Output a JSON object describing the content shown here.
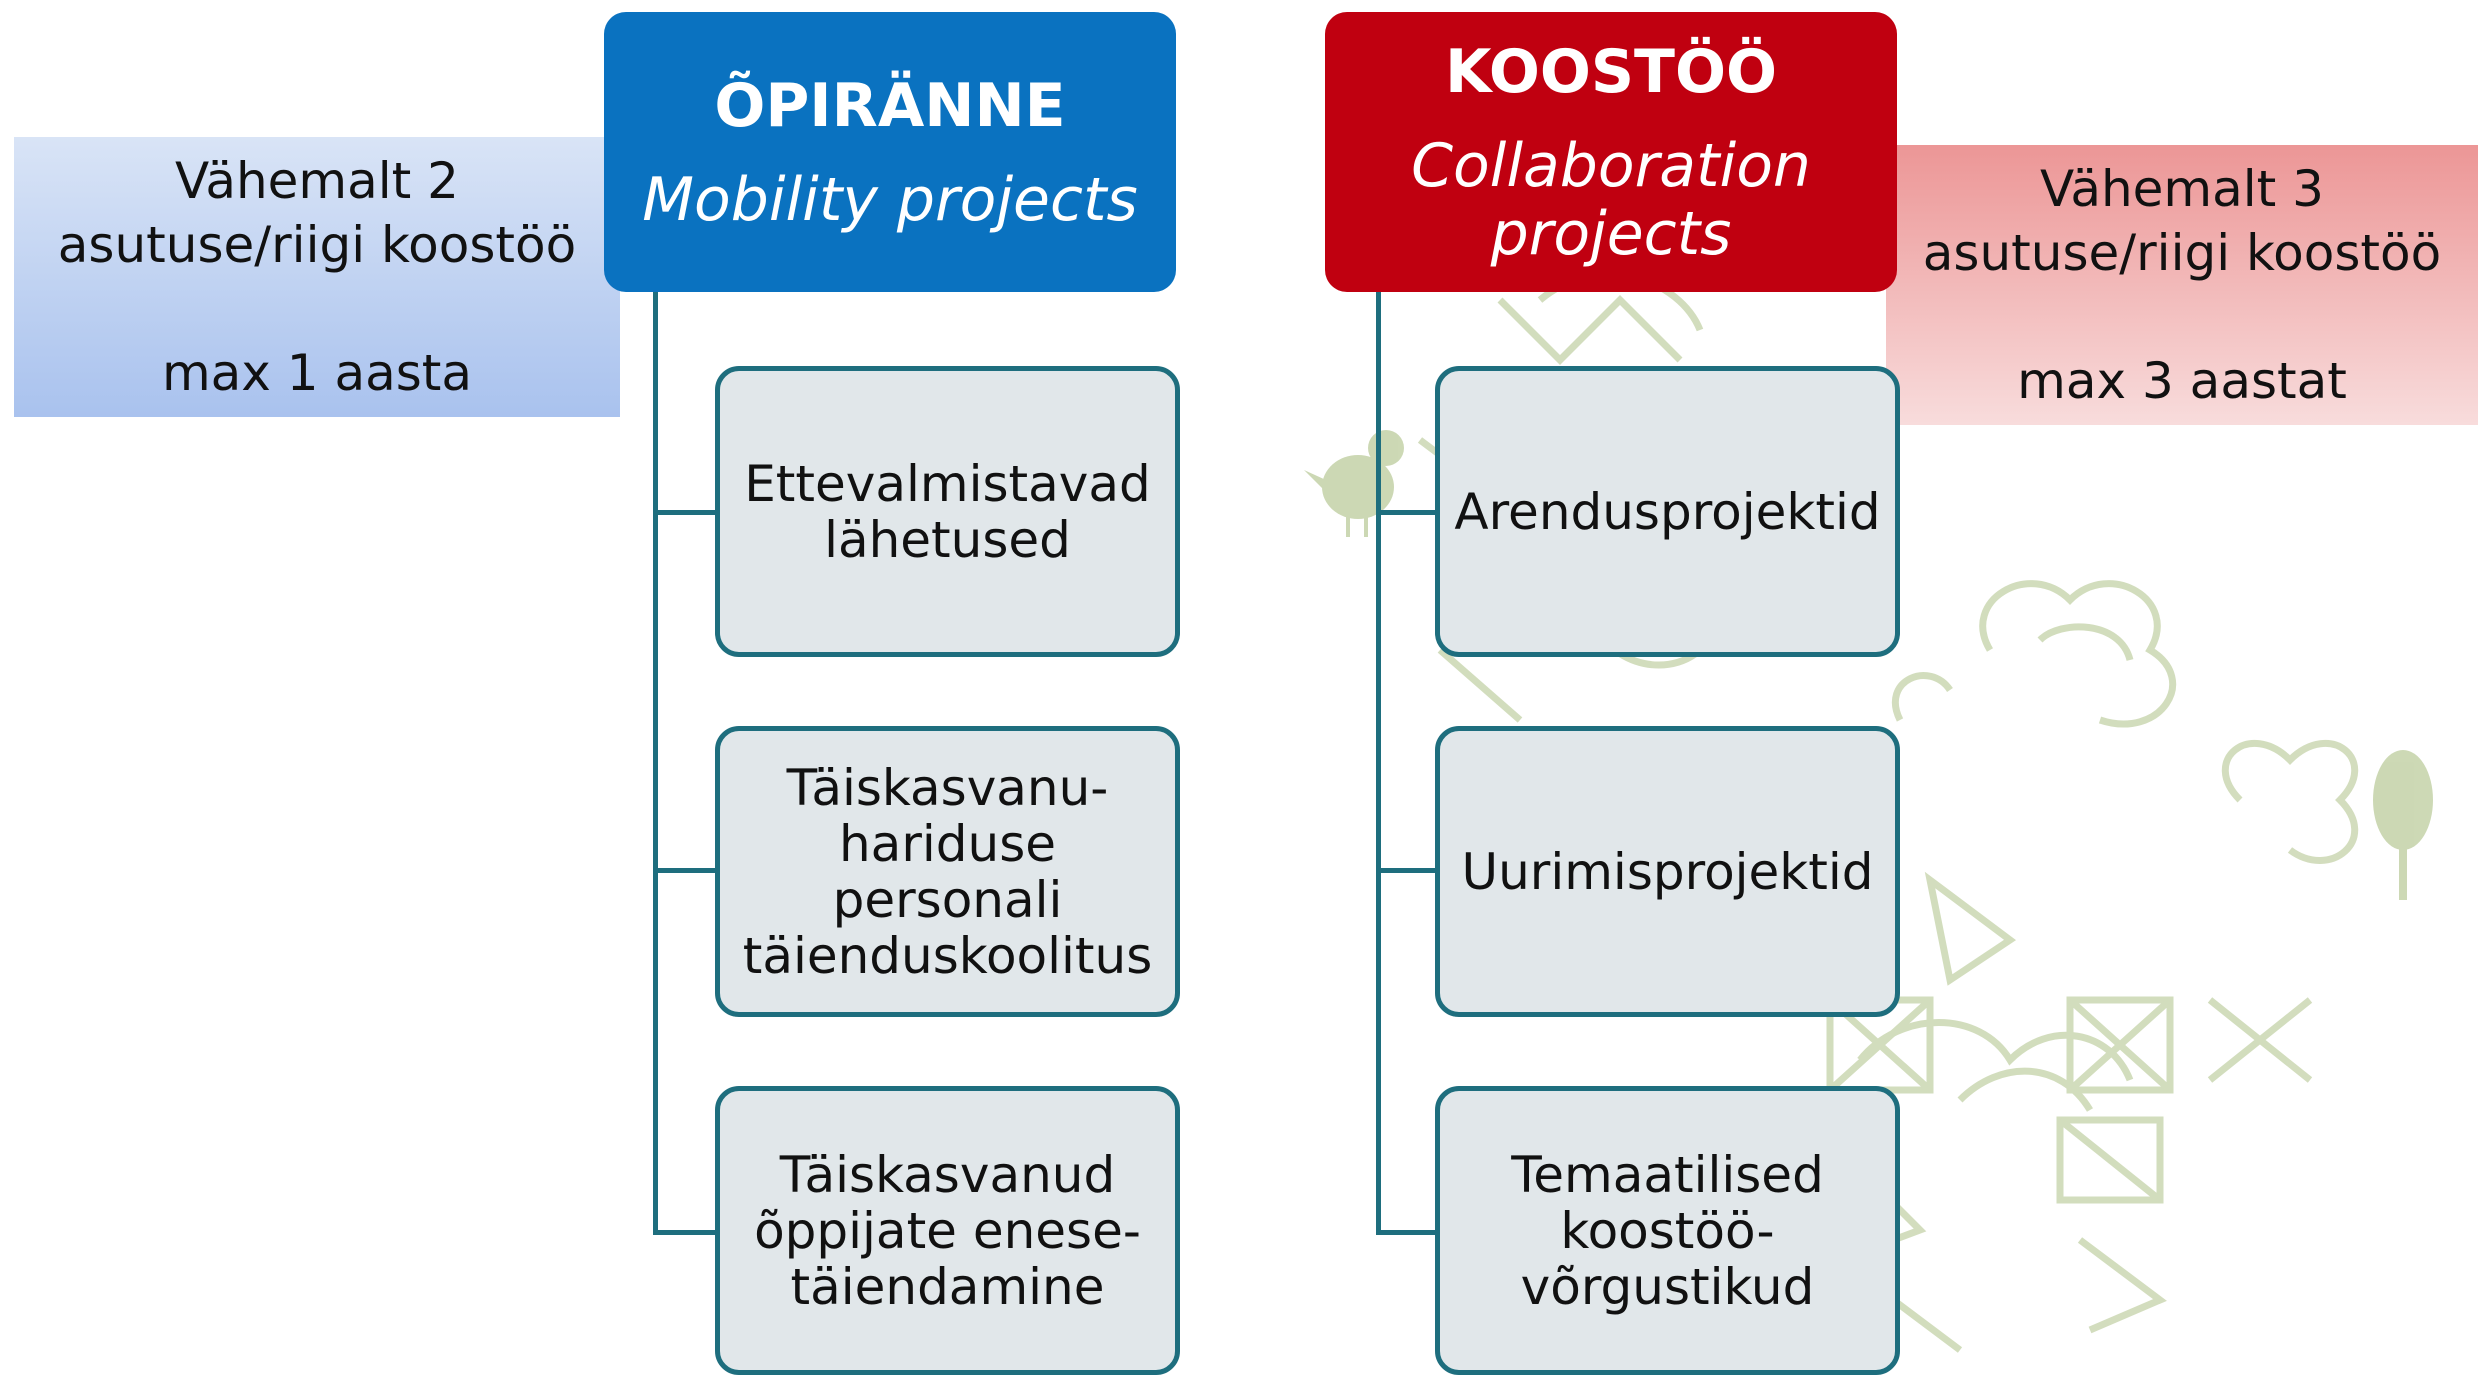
{
  "mobility": {
    "title": "ÕPIRÄNNE",
    "subtitle": "Mobility projects",
    "color": "#0a72c0",
    "side_note": {
      "line1": "Vähemalt 2",
      "line2": "asutuse/riigi koostöö",
      "line3": "max 1 aasta"
    },
    "items": [
      {
        "label": "Ettevalmistavad lähetused"
      },
      {
        "label": "Täiskasvanu-hariduse personali täienduskoolitus"
      },
      {
        "label": "Täiskasvanud õppijate enese-täiendamine"
      }
    ]
  },
  "collaboration": {
    "title": "KOOSTÖÖ",
    "subtitle_line1": "Collaboration",
    "subtitle_line2": "projects",
    "color": "#c00010",
    "side_note": {
      "line1": "Vähemalt 3",
      "line2": "asutuse/riigi koostöö",
      "line3": "max 3 aastat"
    },
    "items": [
      {
        "label": "Arendusprojektid"
      },
      {
        "label": "Uurimisprojektid"
      },
      {
        "label": "Temaatilised koostöö-võrgustikud"
      }
    ]
  },
  "colors": {
    "connector": "#1e6e7e",
    "child_fill": "#e1e7ea",
    "decoration": "#c4d2a8"
  }
}
